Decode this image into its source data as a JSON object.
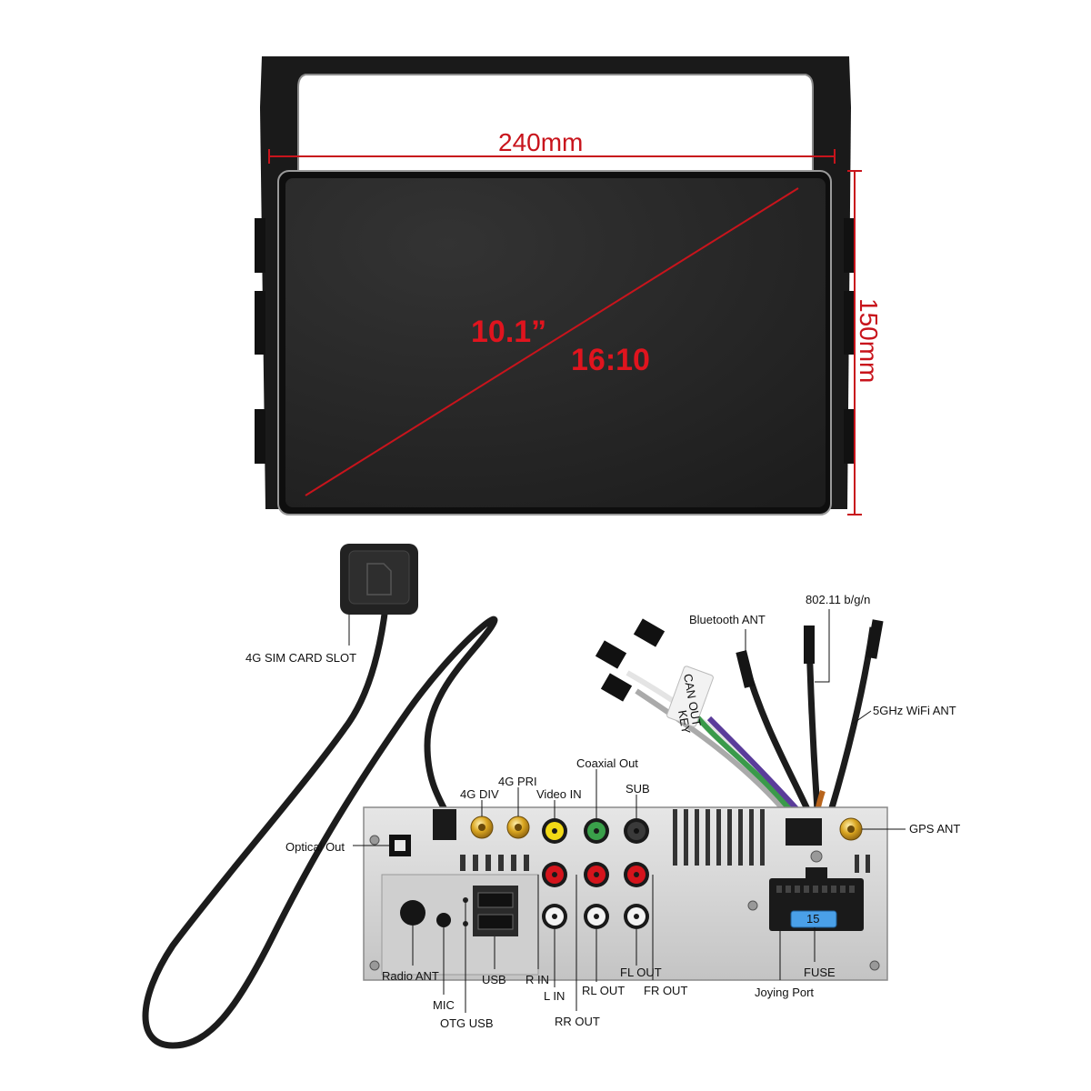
{
  "dimensions": {
    "width": "240mm",
    "height": "150mm",
    "diagonal": "10.1”",
    "aspect": "16:10"
  },
  "sim": {
    "label": "4G SIM CARD SLOT"
  },
  "antennas": {
    "bluetooth": "Bluetooth ANT",
    "wifi_24": "802.11 b/g/n",
    "wifi_5": "5GHz WiFi ANT",
    "can_tag": "CAN OUT",
    "key_tag": "KEY"
  },
  "ports": {
    "optical_out": "Optical Out",
    "div_4g": "4G DIV",
    "pri_4g": "4G PRI",
    "video_in": "Video IN",
    "coaxial_out": "Coaxial Out",
    "sub": "SUB",
    "gps_ant": "GPS ANT",
    "radio_ant": "Radio ANT",
    "mic": "MIC",
    "otg_usb": "OTG USB",
    "usb": "USB",
    "r_in": "R IN",
    "l_in": "L IN",
    "rr_out": "RR OUT",
    "rl_out": "RL OUT",
    "fl_out": "FL OUT",
    "fr_out": "FR OUT",
    "joying_port": "Joying Port",
    "fuse": "FUSE",
    "fuse_value": "15"
  },
  "colors": {
    "dimension_red": "#c8141c",
    "screen": "#262626",
    "bezel": "#141414",
    "chassis": "#d4d4d4"
  }
}
